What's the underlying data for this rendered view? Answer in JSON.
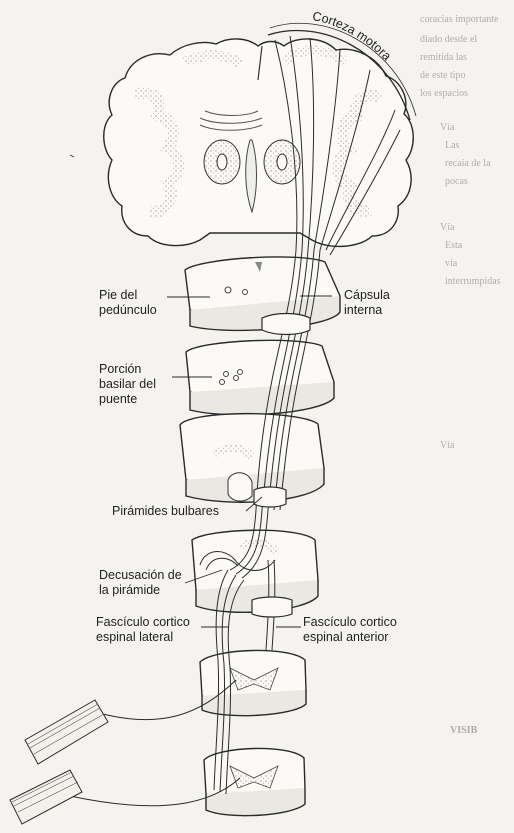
{
  "labels": {
    "corteza_motora": "Corteza motora",
    "capsula_interna": [
      "Cápsula",
      "interna"
    ],
    "pie_pedunculo": [
      "Pie del",
      "pedúnculo"
    ],
    "porcion_basilar": [
      "Porción",
      "basilar del",
      "puente"
    ],
    "piramides": "Pirámides bulbares",
    "decusacion": [
      "Decusación de",
      "la pirámide"
    ],
    "fasciculo_lateral": [
      "Fascículo cortico",
      "espinal lateral"
    ],
    "fasciculo_anterior": [
      "Fascículo cortico",
      "espinal anterior"
    ]
  },
  "background_page": {
    "fragments": [
      "coracias importante",
      "diado desde el",
      "remitida las",
      "de este tipo",
      "los espacios",
      "Vía",
      "Las",
      "recaía de la",
      "pocas",
      "Vía",
      "Esta",
      "vía",
      "interrumpidas",
      "Vía",
      "VISIB"
    ]
  },
  "colors": {
    "page": "#f4f3ef",
    "ink": "#1f1f1f",
    "stipple": "#8a8a8a"
  }
}
